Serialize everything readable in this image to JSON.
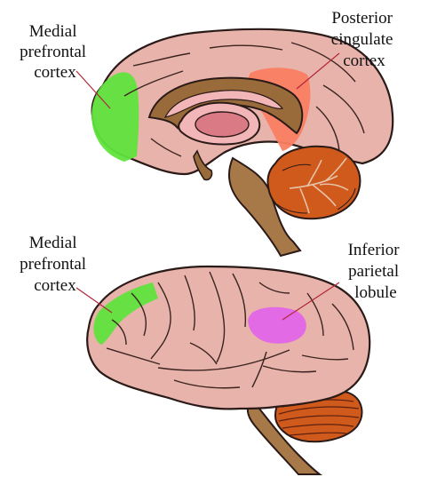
{
  "top_diagram": {
    "label_mpfc": [
      "Medial",
      "prefrontal",
      "cortex"
    ],
    "label_pcc": [
      "Posterior",
      "cingulate",
      "cortex"
    ]
  },
  "bottom_diagram": {
    "label_mpfc": [
      "Medial",
      "prefrontal",
      "cortex"
    ],
    "label_ipl": [
      "Inferior",
      "parietal",
      "lobule"
    ]
  },
  "colors": {
    "brain_tissue": "#e7b3aa",
    "outline": "#2a1a18",
    "deep_structure": "#9a6b3a",
    "corpus_callosum": "#f3b6b8",
    "thalamus": "#d97a84",
    "cerebellum": "#cf5a1c",
    "brainstem": "#a77848",
    "mpfc_highlight": "#5fe33c",
    "pcc_highlight": "#fa7e62",
    "ipl_highlight": "#e267e8"
  }
}
